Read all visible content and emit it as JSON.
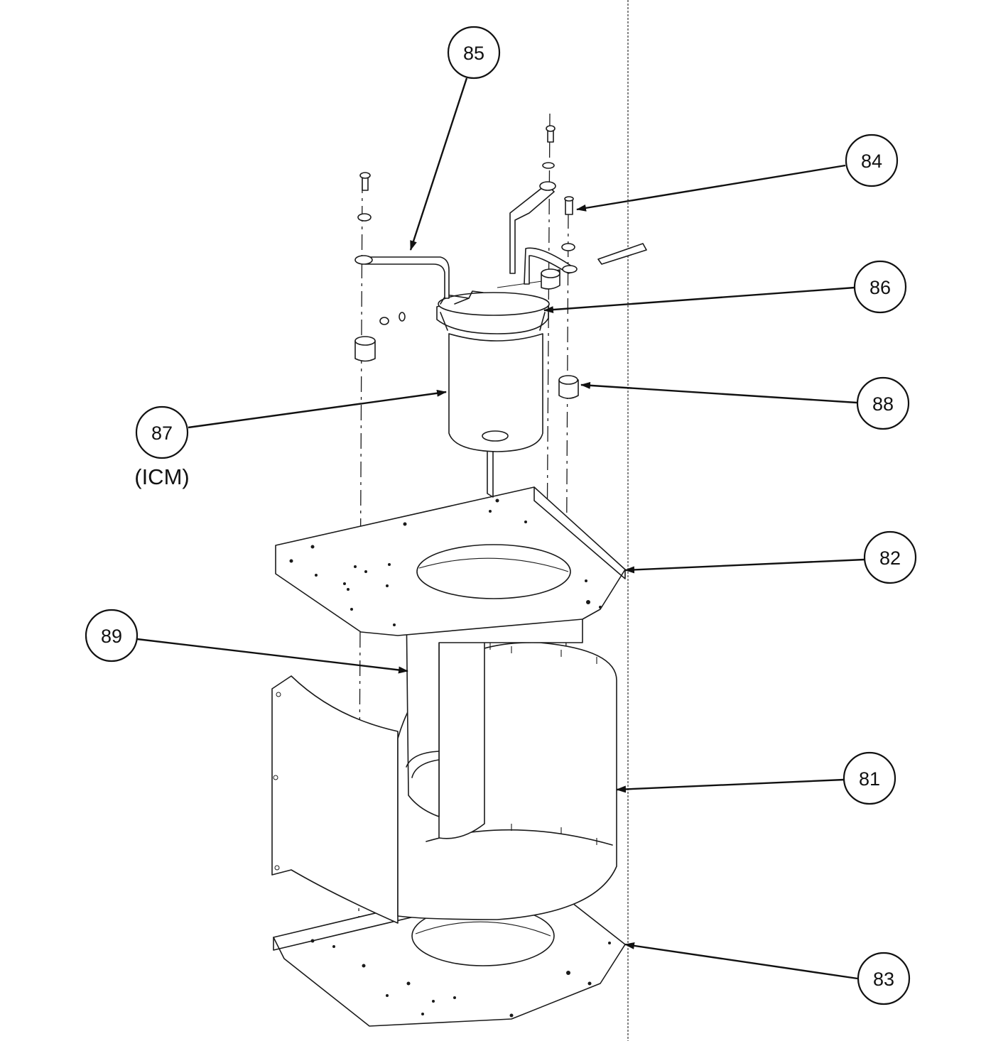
{
  "callouts": [
    {
      "id": "85",
      "label": "85"
    },
    {
      "id": "84",
      "label": "84"
    },
    {
      "id": "86",
      "label": "86"
    },
    {
      "id": "88",
      "label": "88"
    },
    {
      "id": "87",
      "label": "87"
    },
    {
      "id": "82",
      "label": "82"
    },
    {
      "id": "89",
      "label": "89"
    },
    {
      "id": "81",
      "label": "81"
    },
    {
      "id": "83",
      "label": "83"
    }
  ],
  "notes": {
    "icm": "(ICM)"
  }
}
